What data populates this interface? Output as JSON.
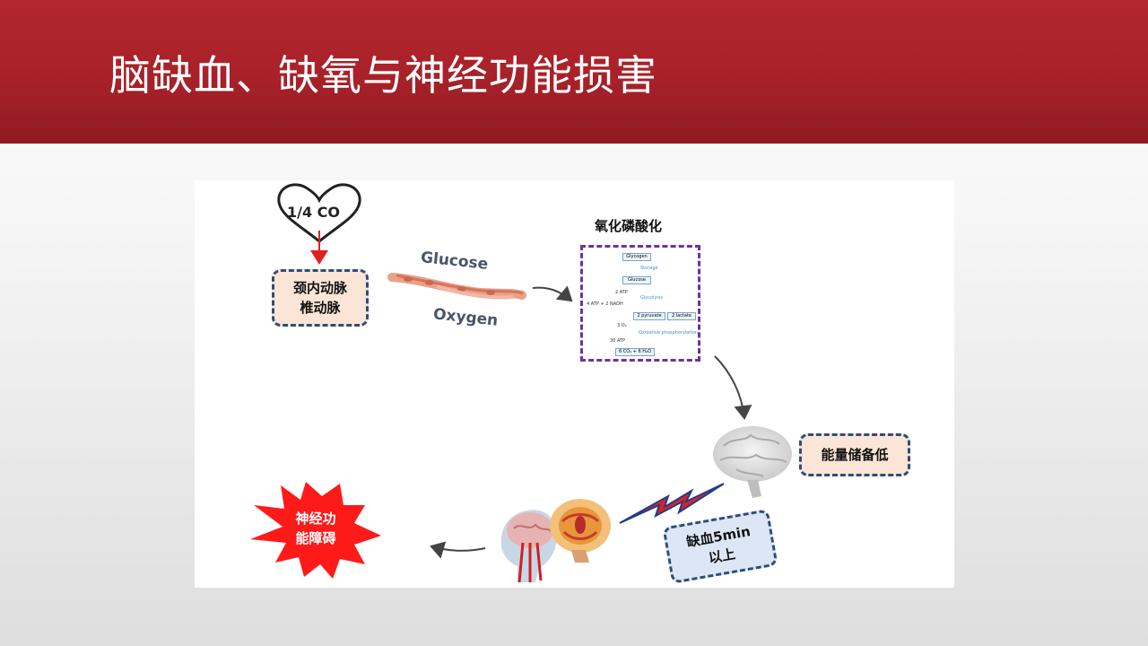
{
  "slide": {
    "title": "脑缺血、缺氧与神经功能损害"
  },
  "diagram": {
    "heart_label": "1/4 CO",
    "arteries_box": [
      "颈内动脉",
      "椎动脉"
    ],
    "glucose_label": "Glucose",
    "oxygen_label": "Oxygen",
    "oxphos_title": "氧化磷酸化",
    "pathway": {
      "glycogen": "Glycogen",
      "storage": "Storage",
      "glucose": "Glucose",
      "atp_in": "2 ATP",
      "glycolysis": "Glycolysis",
      "atp_nadh": "4 ATP + 2 NADH",
      "pyruvate": "2 pyruvate",
      "lactate": "2 lactate",
      "o2": "3 O₂",
      "oxidative": "Oxidative phosphorylation",
      "atp_out": "30 ATP",
      "products": "6 CO₂ + 6 H₂O"
    },
    "energy_box": "能量储备低",
    "ischemia_box": [
      "缺血5min",
      "以上"
    ],
    "outcome_burst": [
      "神经功",
      "能障碍"
    ],
    "colors": {
      "banner": "#a82129",
      "dashed_blue": "#2f4d7a",
      "dashed_purple": "#7030a0",
      "box_fill": "#fbe5d6",
      "ischemia_fill": "#dde6f5",
      "burst": "#ff1a1a",
      "arrow_red": "#e02020"
    }
  }
}
